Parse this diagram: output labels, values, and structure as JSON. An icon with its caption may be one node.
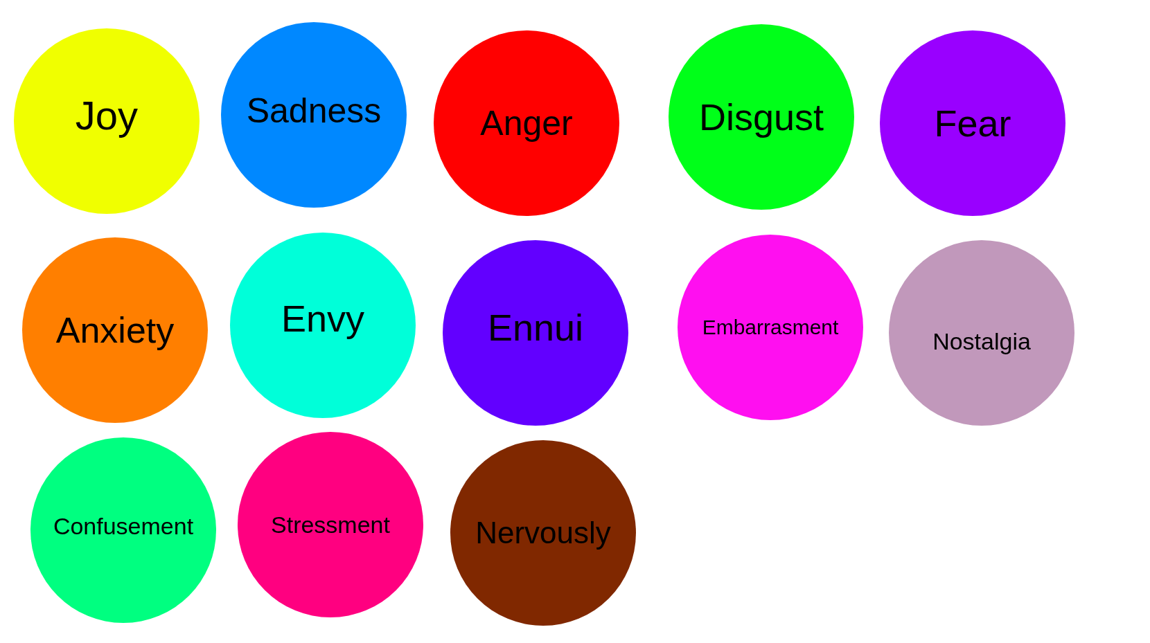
{
  "diagram": {
    "nodes": [
      {
        "text": [
          "Joy"
        ]
      },
      {
        "text": [
          "Sadness"
        ]
      },
      {
        "text": [
          "Anger"
        ]
      },
      {
        "text": [
          "Disgust"
        ]
      },
      {
        "text": [
          "Fear"
        ]
      },
      {
        "text": [
          "Anxiety"
        ]
      },
      {
        "text": [
          "Envy"
        ]
      },
      {
        "text": [
          "Ennui"
        ]
      },
      {
        "text": [
          "Embarrasment"
        ]
      },
      {
        "text": [
          "Nostalgia"
        ]
      },
      {
        "text": [
          "Confusement"
        ]
      },
      {
        "text": [
          "Stressment"
        ]
      },
      {
        "text": [
          "Nervously"
        ]
      }
    ]
  }
}
